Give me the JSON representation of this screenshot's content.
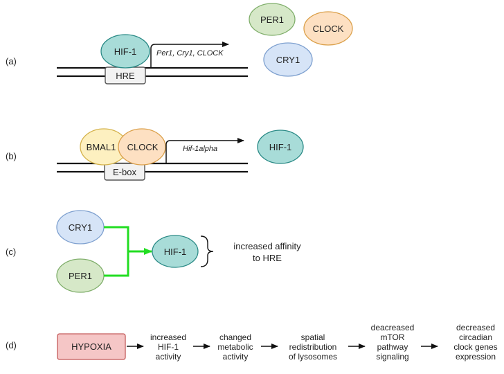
{
  "panels": {
    "a": "(a)",
    "b": "(b)",
    "c": "(c)",
    "d": "(d)"
  },
  "panel_a": {
    "hif1": "HIF-1",
    "element": "HRE",
    "genes": "Per1, Cry1, CLOCK",
    "per1": "PER1",
    "clock": "CLOCK",
    "cry1": "CRY1"
  },
  "panel_b": {
    "bmal1": "BMAL1",
    "clock": "CLOCK",
    "element": "E-box",
    "gene": "Hif-1alpha",
    "hif1": "HIF-1"
  },
  "panel_c": {
    "cry1": "CRY1",
    "per1": "PER1",
    "hif1": "HIF-1",
    "effect_line1": "increased affinity",
    "effect_line2": "to HRE"
  },
  "panel_d": {
    "start": "HYPOXIA",
    "steps": [
      [
        "increased",
        "HIF-1",
        "activity"
      ],
      [
        "changed",
        "metabolic",
        "activity"
      ],
      [
        "spatial",
        "redistribution",
        "of lysosomes"
      ],
      [
        "deacreased",
        "mTOR",
        "pathway",
        "signaling"
      ],
      [
        "decreased",
        "circadian",
        "clock genes",
        "expression"
      ]
    ]
  },
  "colors": {
    "hif1_fill": "#a8dcd8",
    "hif1_stroke": "#2a8a86",
    "per1_fill": "#d6e8c8",
    "per1_stroke": "#7fae6a",
    "clock_fill": "#fde0c2",
    "clock_stroke": "#dba04a",
    "cry1_fill": "#d6e4f7",
    "cry1_stroke": "#7ea0cf",
    "bmal1_fill": "#fdf0c0",
    "bmal1_stroke": "#d4b24a",
    "hypoxia_fill": "#f5c6c6",
    "hypoxia_stroke": "#c45a5a",
    "interaction_arrow": "#22dd22"
  }
}
